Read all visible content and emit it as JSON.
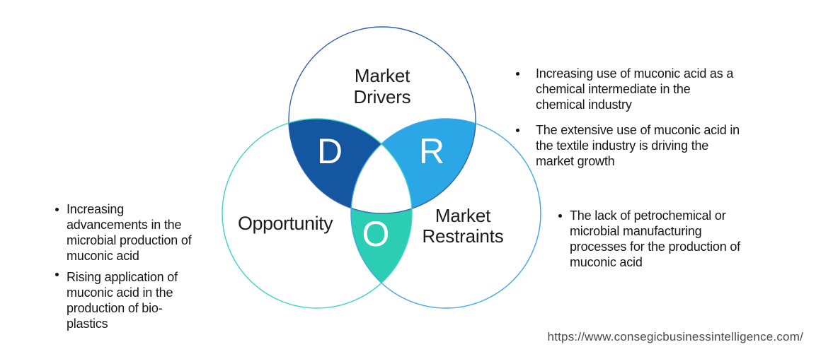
{
  "diagram": {
    "drivers": {
      "label": "Market\nDrivers",
      "letter": "D"
    },
    "opportunity": {
      "label": "Opportunity",
      "letter": "O"
    },
    "restraints": {
      "label": "Market\nRestraints",
      "letter": "R"
    },
    "colors": {
      "drivers_fill": "#1456A0",
      "restraints_fill": "#2AA7E4",
      "opportunity_fill": "#2BCDB3",
      "center_fill": "#FFFFFF",
      "drivers_stroke": "#3063AD",
      "opportunity_stroke": "#3FD2C7",
      "restraints_stroke": "#41A7E6",
      "letter_color": "#FFFFFF",
      "bullet_color": "#141414"
    }
  },
  "left_list": {
    "items": [
      {
        "text": "Increasing\nadvancements in the\nmicrobial production of\nmuconic acid"
      },
      {
        "text": "Rising application of\nmuconic acid in the\nproduction of bio-\nplastics"
      }
    ]
  },
  "right_top_list": {
    "items": [
      {
        "text": "Increasing use of muconic acid as a\nchemical intermediate in the\nchemical industry"
      },
      {
        "text": "The extensive use of muconic acid in\nthe textile industry is driving the\nmarket growth"
      }
    ]
  },
  "right_bottom_list": {
    "items": [
      {
        "text": "The lack of petrochemical or\nmicrobial manufacturing\nprocesses for the production of\nmuconic acid"
      }
    ]
  },
  "footer": {
    "url": "https://www.consegicbusinessintelligence.com/"
  }
}
